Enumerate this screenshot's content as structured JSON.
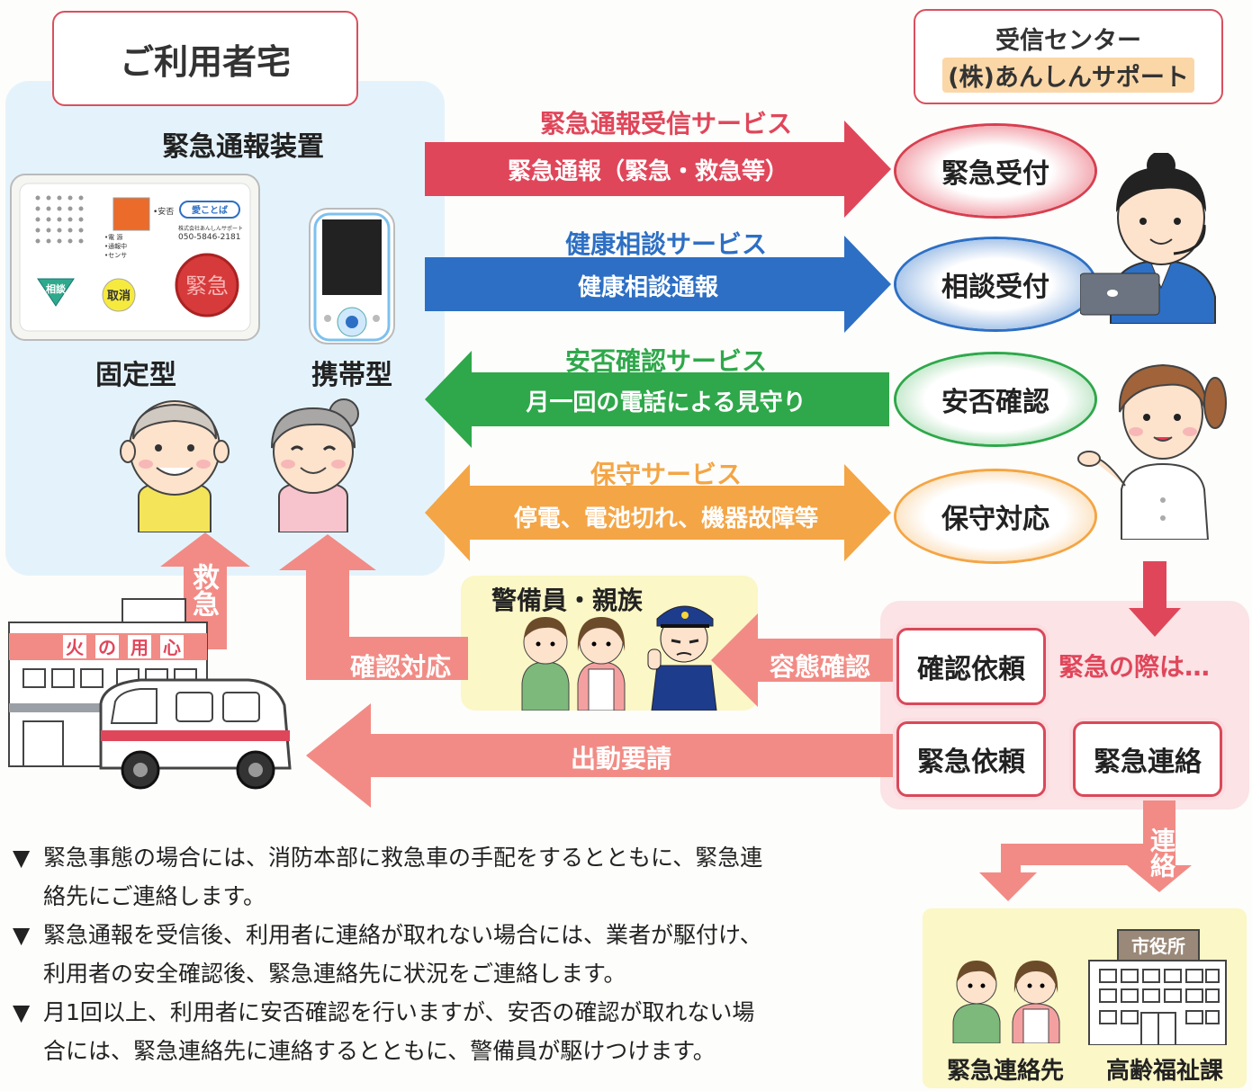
{
  "user_home": {
    "title": "ご利用者宅"
  },
  "center": {
    "title_line1": "受信センター",
    "title_line2": "(株)あんしんサポート"
  },
  "device": {
    "title": "緊急通報装置",
    "fixed_label": "固定型",
    "mobile_label": "携帯型",
    "button_consult": "相談",
    "button_cancel": "取消",
    "button_emergency": "緊急",
    "panel_anpi": "•安否",
    "panel_kotoba": "愛ことば",
    "panel_phone": "050-5846-2181",
    "panel_company": "株式会社あんしんサポート",
    "panel_lamps": [
      "•電 源",
      "•通報中",
      "•センサ"
    ]
  },
  "services": [
    {
      "service": "緊急通報受信サービス",
      "description": "緊急通報（緊急・救急等）",
      "reception": "緊急受付",
      "color": "#e0465a",
      "direction": "right"
    },
    {
      "service": "健康相談サービス",
      "description": "健康相談通報",
      "reception": "相談受付",
      "color": "#2d6fc4",
      "direction": "right"
    },
    {
      "service": "安否確認サービス",
      "description": "月一回の電話による見守り",
      "reception": "安否確認",
      "color": "#2ea84a",
      "direction": "left"
    },
    {
      "service": "保守サービス",
      "description": "停電、電池切れ、機器故障等",
      "reception": "保守対応",
      "color": "#f4a545",
      "direction": "both"
    }
  ],
  "emergency": {
    "guards_family": "警備員・親族",
    "kyukyu": "救急",
    "kakunin_taio": "確認対応",
    "yotai_kakunin": "容態確認",
    "shutsudo_yousei": "出動要請",
    "kakunin_irai": "確認依頼",
    "kinkyu_no_sai": "緊急の際は…",
    "kinkyu_irai": "緊急依頼",
    "kinkyu_renraku": "緊急連絡",
    "renraku": "連絡",
    "fire_sign": [
      "火",
      "の",
      "用",
      "心"
    ],
    "city_hall": "市役所",
    "contact_label": "緊急連絡先",
    "welfare_label": "高齢福祉課"
  },
  "notes": [
    {
      "marker": "▼",
      "lines": [
        "緊急事態の場合には、消防本部に救急車の手配をするとともに、緊急連",
        "絡先にご連絡します。"
      ]
    },
    {
      "marker": "▼",
      "lines": [
        "緊急通報を受信後、利用者に連絡が取れない場合には、業者が駆付け、",
        "利用者の安全確認後、緊急連絡先に状況をご連絡します。"
      ]
    },
    {
      "marker": "▼",
      "lines": [
        "月1回以上、利用者に安否確認を行いますが、安否の確認が取れない場",
        "合には、緊急連絡先に連絡するとともに、警備員が駆けつけます。"
      ]
    }
  ],
  "colors": {
    "red": "#e0465a",
    "blue": "#2d6fc4",
    "green": "#2ea84a",
    "orange": "#f4a545",
    "salmon": "#f28b85",
    "pink_bg": "#fbe3e6",
    "light_blue_bg": "#e4f3fb",
    "yellow_bg": "#fbf7c6"
  }
}
